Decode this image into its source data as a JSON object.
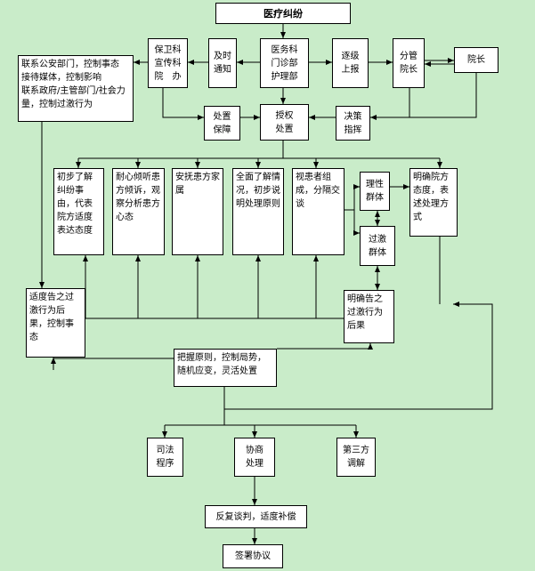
{
  "title": "医疗纠纷",
  "top_row": {
    "security_dept": "保卫科\n宣传科\n院　办",
    "notify": "及时\n通知",
    "medical_dept": "医务科\n门诊部\n护理部",
    "report": "逐级\n上报",
    "vice_president": "分管\n院长",
    "president": "院长"
  },
  "public_liaison": "联系公安部门，控制事态\n接待媒体，控制影响\n联系政府/主管部门/社会力量，控制过激行为",
  "second_row": {
    "guarantee": "处置\n保障",
    "authorize": "授权\n处置",
    "decision": "决策\n指挥"
  },
  "measures": {
    "understand": "初步了解纠纷事由，代表院方适度表达态度",
    "listen": "耐心倾听患方倾诉，观察分析患方心态",
    "comfort": "安抚患方家属",
    "explain": "全面了解情况，初步说明处理原则",
    "group": "视患者组成，分隔交谈",
    "rational": "理性\n群体",
    "radical": "过激\n群体",
    "attitude": "明确院方态度，表述处理方式"
  },
  "consequence_left": "适度告之过激行为后果，控制事态",
  "consequence_right": "明确告之过激行为后果",
  "principle": "把握原则，控制局势，随机应变，灵活处置",
  "resolution": {
    "judicial": "司法\n程序",
    "negotiate": "协商\n处理",
    "third_party": "第三方\n调解"
  },
  "negotiation": "反复谈判，适度补偿",
  "agreement": "签署协议"
}
